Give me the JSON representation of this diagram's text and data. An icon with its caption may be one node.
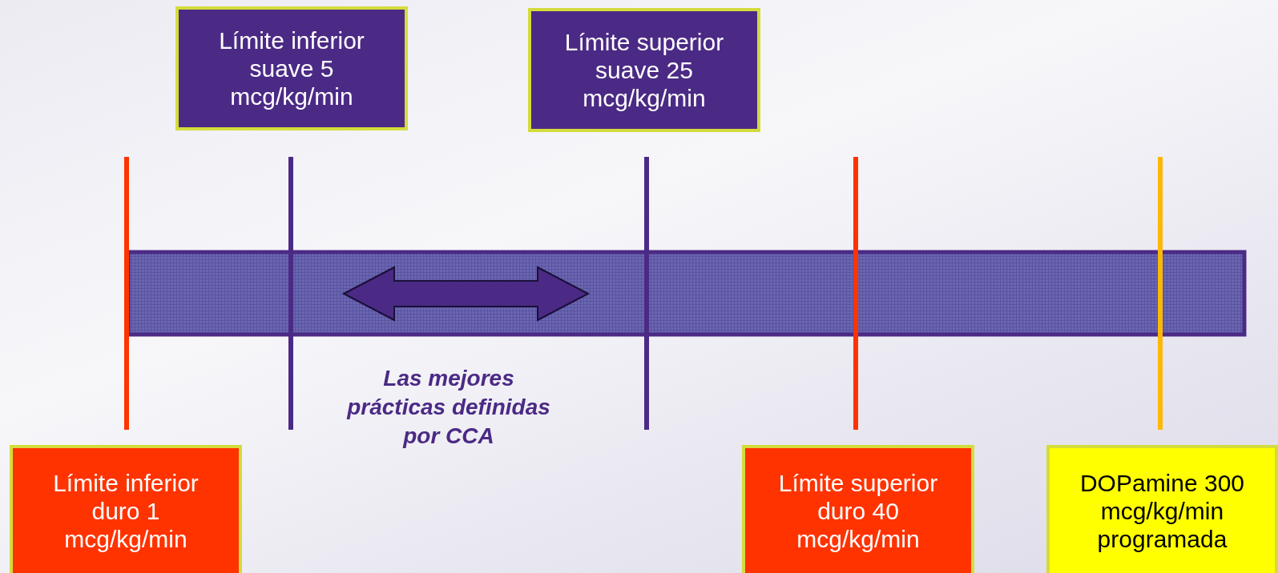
{
  "diagram": {
    "nodes": [
      {
        "text": [
          "Límite inferior suave 5 mcg/kg/min"
        ]
      },
      {
        "text": [
          "Límite superior suave 25 mcg/kg/min"
        ]
      },
      {
        "text": [
          "Límite inferior duro 1 mcg/kg/min"
        ]
      },
      {
        "text": [
          "Límite superior duro 40 mcg/kg/min"
        ]
      },
      {
        "text": [
          "DOPamine 300 mcg/kg/min programada"
        ]
      }
    ],
    "labels": [
      "Las mejores prácticas definidas por CCA"
    ]
  }
}
